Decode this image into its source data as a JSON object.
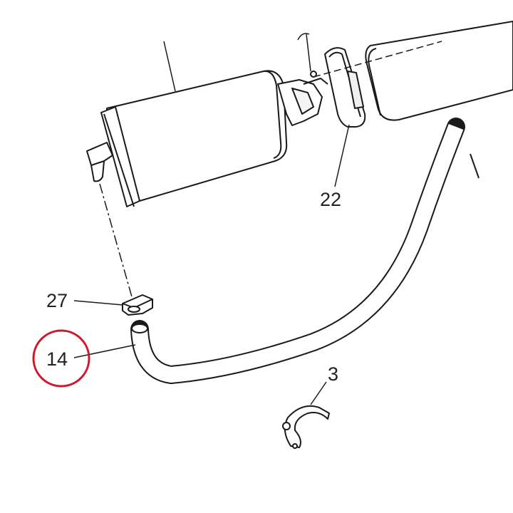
{
  "diagram": {
    "callouts": [
      {
        "id": "22",
        "text": "22"
      },
      {
        "id": "27",
        "text": "27"
      },
      {
        "id": "14",
        "text": "14",
        "highlighted": true
      },
      {
        "id": "3",
        "text": "3"
      }
    ]
  },
  "colors": {
    "line": "#1a1a1a",
    "highlight": "#d0182a",
    "background": "#ffffff"
  }
}
